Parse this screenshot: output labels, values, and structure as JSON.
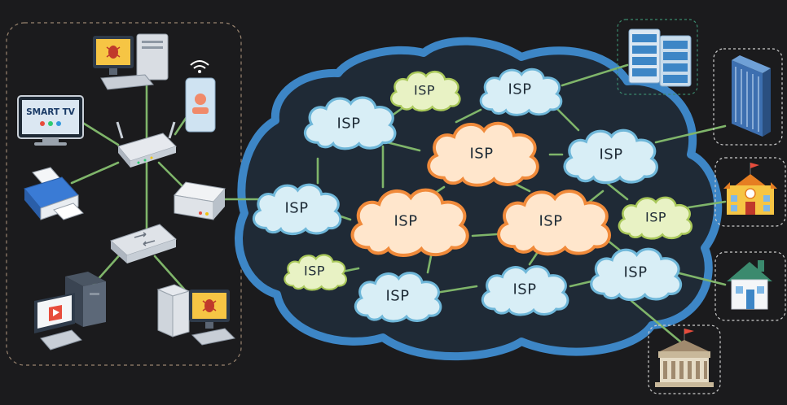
{
  "diagram": {
    "colors": {
      "background": "#1b1b1d",
      "link": "#7fb56a",
      "cloud_outer": "#3d86c6",
      "cloud_blue": "#d8eef6",
      "cloud_blue_edge": "#6fb7d9",
      "cloud_orange": "#ffe6cc",
      "cloud_orange_edge": "#f08a3a",
      "cloud_green": "#e8f2c4",
      "cloud_green_edge": "#a9c85a"
    },
    "home_network": {
      "devices": [
        {
          "name": "desktop-pc-bug",
          "icon": "desktop-computer-icon"
        },
        {
          "name": "smartphone",
          "icon": "smartphone-icon"
        },
        {
          "name": "smart-tv",
          "icon": "smart-tv-icon",
          "label": "SMART TV"
        },
        {
          "name": "printer",
          "icon": "printer-icon"
        },
        {
          "name": "wifi-router",
          "icon": "wifi-router-icon"
        },
        {
          "name": "modem",
          "icon": "modem-icon"
        },
        {
          "name": "network-switch",
          "icon": "network-switch-icon"
        },
        {
          "name": "media-pc",
          "icon": "desktop-computer-icon"
        },
        {
          "name": "desktop-pc-2",
          "icon": "desktop-computer-icon"
        }
      ]
    },
    "isp_nodes": [
      {
        "id": "isp-1",
        "label": "ISP",
        "tier": "green"
      },
      {
        "id": "isp-2",
        "label": "ISP",
        "tier": "blue"
      },
      {
        "id": "isp-3",
        "label": "ISP",
        "tier": "blue"
      },
      {
        "id": "isp-4",
        "label": "ISP",
        "tier": "orange"
      },
      {
        "id": "isp-5",
        "label": "ISP",
        "tier": "blue"
      },
      {
        "id": "isp-6",
        "label": "ISP",
        "tier": "blue"
      },
      {
        "id": "isp-7",
        "label": "ISP",
        "tier": "orange"
      },
      {
        "id": "isp-8",
        "label": "ISP",
        "tier": "orange"
      },
      {
        "id": "isp-9",
        "label": "ISP",
        "tier": "green"
      },
      {
        "id": "isp-10",
        "label": "ISP",
        "tier": "green"
      },
      {
        "id": "isp-11",
        "label": "ISP",
        "tier": "blue"
      },
      {
        "id": "isp-12",
        "label": "ISP",
        "tier": "blue"
      },
      {
        "id": "isp-13",
        "label": "ISP",
        "tier": "blue"
      }
    ],
    "endpoints": [
      {
        "name": "data-center",
        "icon": "server-rack-icon"
      },
      {
        "name": "office-building",
        "icon": "office-building-icon"
      },
      {
        "name": "school",
        "icon": "school-icon"
      },
      {
        "name": "house",
        "icon": "house-icon"
      },
      {
        "name": "government-building",
        "icon": "government-building-icon"
      }
    ]
  }
}
